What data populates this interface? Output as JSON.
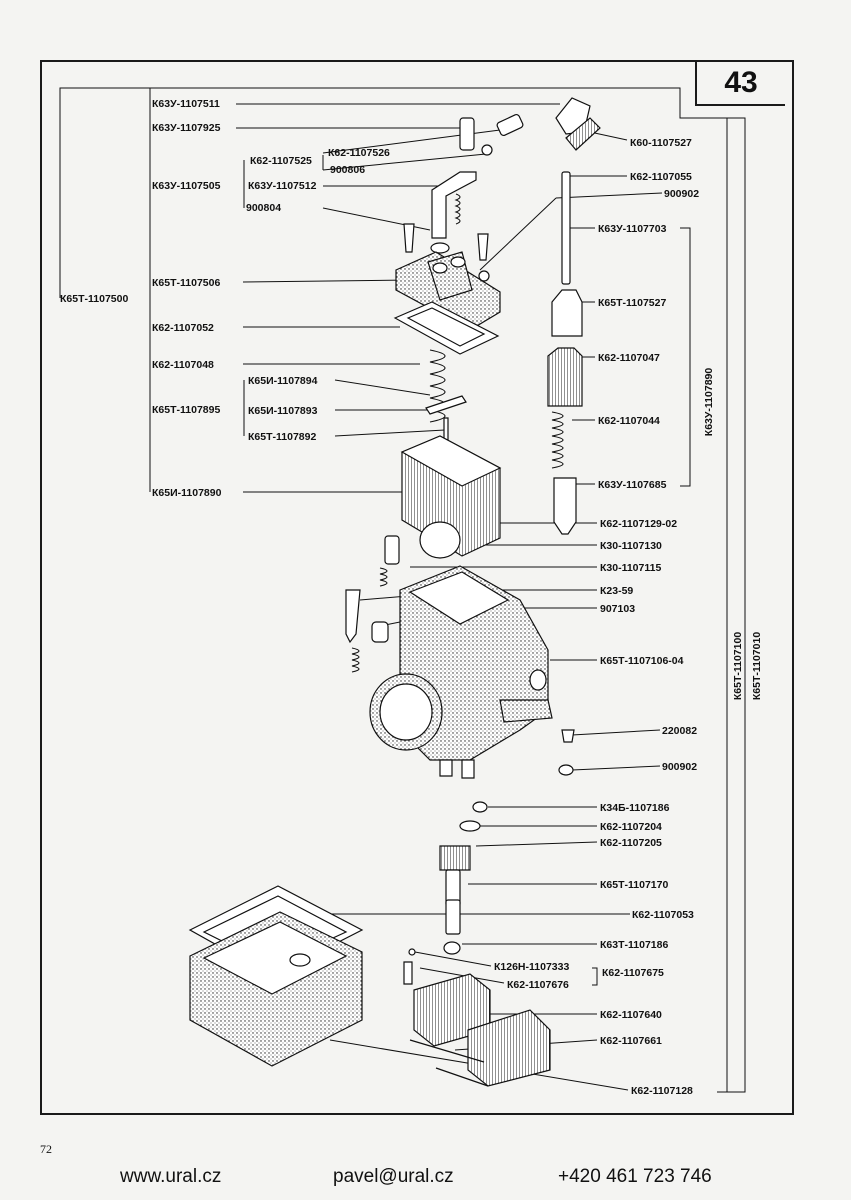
{
  "page_badge": "43",
  "page_number": "72",
  "footer": {
    "website": "www.ural.cz",
    "email": "pavel@ural.cz",
    "phone": "+420 461 723 746"
  },
  "labels": {
    "k63u_1107511": "К63У-1107511",
    "k63u_1107925": "К63У-1107925",
    "k62_1107526": "К62-1107526",
    "k62_1107525": "К62-1107525",
    "n900806": "900806",
    "k63u_1107505": "К63У-1107505",
    "k63u_1107512": "К63У-1107512",
    "n900804": "900804",
    "k60_1107527": "К60-1107527",
    "k62_1107055": "К62-1107055",
    "n900902_top": "900902",
    "k63u_1107703": "К63У-1107703",
    "k65t_1107506": "К65Т-1107506",
    "k65t_1107500": "К65Т-1107500",
    "k65t_1107527": "К65Т-1107527",
    "k62_1107052": "К62-1107052",
    "k62_1107047": "К62-1107047",
    "k62_1107048": "К62-1107048",
    "k65i_1107894": "К65И-1107894",
    "k65t_1107895": "К65Т-1107895",
    "k65i_1107893": "К65И-1107893",
    "k62_1107044": "К62-1107044",
    "k65t_1107892": "К65Т-1107892",
    "k63u_1107685": "К63У-1107685",
    "k65i_1107890": "К65И-1107890",
    "k62_1107129_02": "К62-1107129-02",
    "k30_1107130": "К30-1107130",
    "k30_1107115": "К30-1107115",
    "k23_59": "К23-59",
    "n907103": "907103",
    "k65t_1107106_04": "К65Т-1107106-04",
    "n220082": "220082",
    "n900902_bottom": "900902",
    "k34b_1107186": "К34Б-1107186",
    "k62_1107204": "К62-1107204",
    "k62_1107205": "К62-1107205",
    "k65t_1107170": "К65Т-1107170",
    "k62_1107053": "К62-1107053",
    "k63t_1107186": "К63Т-1107186",
    "k126n_1107333": "К126Н-1107333",
    "k62_1107675": "К62-1107675",
    "k62_1107676": "К62-1107676",
    "k62_1107640": "К62-1107640",
    "k62_1107661": "К62-1107661",
    "k62_1107128": "К62-1107128",
    "v_k63u_1107890": "К63У-1107890",
    "v_k65t_1107100": "К65Т-1107100",
    "v_k65t_1107010": "К65Т-1107010"
  }
}
